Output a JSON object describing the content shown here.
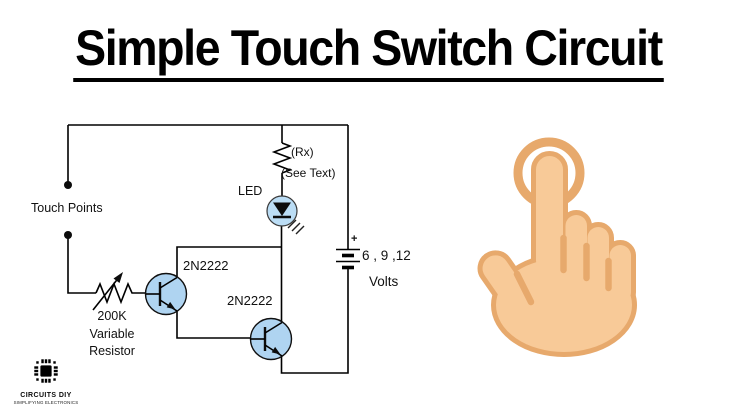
{
  "title": {
    "text": "Simple Touch Switch Circuit"
  },
  "colors": {
    "wire": "#000000",
    "component_fill": "#AFD4F1",
    "hand_fill": "#F8CA98",
    "hand_outline": "#E7A96C"
  },
  "circuit": {
    "labels": {
      "touch_points": "Touch Points",
      "rx_name": "(Rx)",
      "rx_note": "(See Text)",
      "led": "LED",
      "transistor1": "2N2222",
      "transistor2": "2N2222",
      "pot_value": "200K",
      "pot_word1": "Variable",
      "pot_word2": "Resistor",
      "battery_plus": "+",
      "battery_voltages": "6 , 9 ,12",
      "battery_unit": "Volts"
    }
  },
  "icons": {
    "touch_hand": "one-finger-tap-gesture",
    "logo_chip": "microchip-icon"
  },
  "logo": {
    "name": "CIRCUITS DIY",
    "tagline": "SIMPLIFYING ELECTRONICS"
  }
}
